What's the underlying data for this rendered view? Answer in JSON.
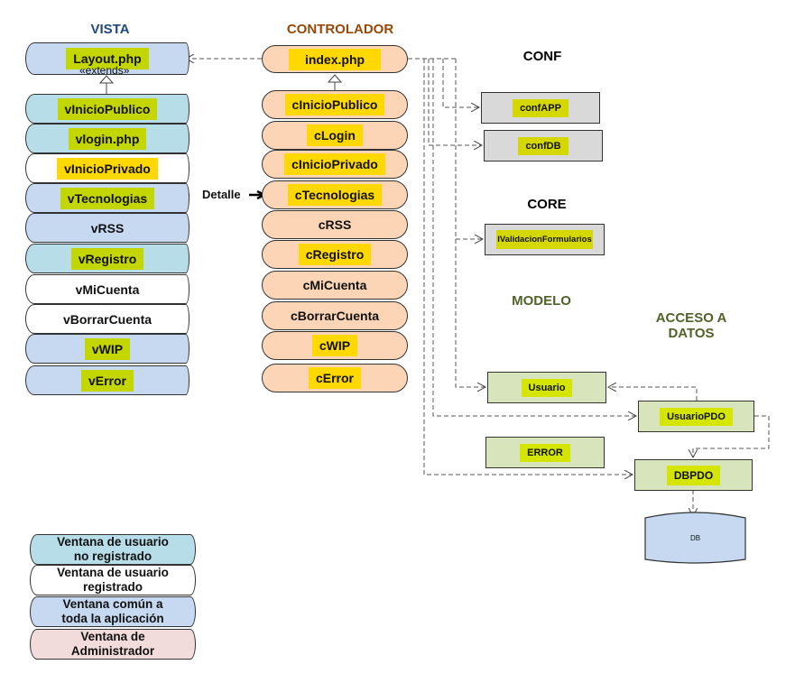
{
  "headings": {
    "vista": "VISTA",
    "controlador": "CONTROLADOR",
    "conf": "CONF",
    "core": "CORE",
    "modelo": "MODELO",
    "acceso_datos_1": "ACCESO A",
    "acceso_datos_2": "DATOS"
  },
  "colors": {
    "vista_heading": "#1f497d",
    "controlador_heading": "#984806",
    "modelo_heading": "#4f6228",
    "no_registrado": "#b7dde8",
    "registrado": "#ffffff",
    "comun": "#c6d9f1",
    "administrador": "#f2dcdb",
    "controller_fill": "#fbd5b5",
    "conf_fill": "#d9d9d9",
    "modelo_fill": "#d7e4bc",
    "highlight_green": "#c4d600",
    "highlight_yellow": "#ffd800"
  },
  "vista": {
    "layout": {
      "label": "Layout.php",
      "stereotype": "«extends»",
      "type": "comun",
      "highlight": "green"
    },
    "items": [
      {
        "label": "vInicioPublico",
        "type": "no_registrado",
        "highlight": "green"
      },
      {
        "label": "vlogin.php",
        "type": "no_registrado",
        "highlight": "green"
      },
      {
        "label": "vInicioPrivado",
        "type": "registrado",
        "highlight": "yellow"
      },
      {
        "label": "vTecnologias",
        "type": "comun",
        "highlight": "green"
      },
      {
        "label": "vRSS",
        "type": "comun",
        "highlight": ""
      },
      {
        "label": "vRegistro",
        "type": "no_registrado",
        "highlight": "green"
      },
      {
        "label": "vMiCuenta",
        "type": "registrado",
        "highlight": ""
      },
      {
        "label": "vBorrarCuenta",
        "type": "registrado",
        "highlight": ""
      },
      {
        "label": "vWIP",
        "type": "comun",
        "highlight": "green"
      },
      {
        "label": "vError",
        "type": "comun",
        "highlight": "green"
      }
    ]
  },
  "detalle": "Detalle",
  "controlador": {
    "index": {
      "label": "index.php",
      "highlight": "yellow"
    },
    "items": [
      {
        "label": "cInicioPublico",
        "highlight": "yellow"
      },
      {
        "label": "cLogin",
        "highlight": "yellow"
      },
      {
        "label": "cInicioPrivado",
        "highlight": "yellow"
      },
      {
        "label": "cTecnologias",
        "highlight": "yellow"
      },
      {
        "label": "cRSS",
        "highlight": ""
      },
      {
        "label": "cRegistro",
        "highlight": "yellow"
      },
      {
        "label": "cMiCuenta",
        "highlight": ""
      },
      {
        "label": "cBorrarCuenta",
        "highlight": ""
      },
      {
        "label": "cWIP",
        "highlight": "yellow"
      },
      {
        "label": "cError",
        "highlight": "yellow"
      }
    ]
  },
  "conf": {
    "confAPP": "confAPP",
    "confDB": "confDB"
  },
  "core": {
    "validacion": "IValidacionFormularios"
  },
  "modelo": {
    "usuario": "Usuario",
    "error": "ERROR"
  },
  "acceso": {
    "usuarioPDO": "UsuarioPDO",
    "dbpdo": "DBPDO",
    "db": "DB"
  },
  "legend": [
    {
      "line1": "Ventana de usuario",
      "line2": "no registrado",
      "type": "no_registrado"
    },
    {
      "line1": "Ventana de usuario",
      "line2": "registrado",
      "type": "registrado"
    },
    {
      "line1": "Ventana común a",
      "line2": "toda la aplicación",
      "type": "comun"
    },
    {
      "line1": "Ventana de",
      "line2": "Administrador",
      "type": "administrador"
    }
  ]
}
